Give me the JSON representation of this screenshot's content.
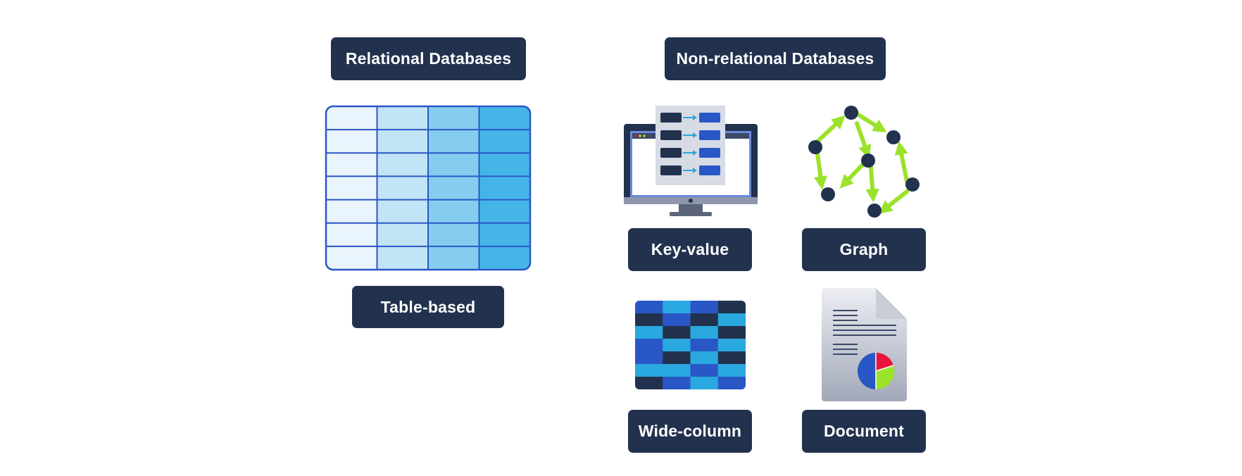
{
  "headers": {
    "relational": "Relational Databases",
    "non_relational": "Non-relational Databases"
  },
  "types": {
    "table_based": "Table-based",
    "key_value": "Key-value",
    "graph": "Graph",
    "wide_column": "Wide-column",
    "document": "Document"
  },
  "colors": {
    "label_bg": "#22324e",
    "label_text": "#ffffff",
    "table_columns": [
      "#eaf4fc",
      "#c2e4f7",
      "#84cdef",
      "#45b5e7"
    ],
    "table_grid": "#2a57c6",
    "graph_arrow": "#9be22b",
    "graph_node": "#22324e",
    "widecol_palette": [
      "#2a57c6",
      "#2aa8e0",
      "#22324e"
    ],
    "pie": [
      "#2a57c6",
      "#e8143c",
      "#9be22b"
    ]
  },
  "icons": {
    "table_based": "table-grid-icon",
    "key_value": "key-value-monitor-icon",
    "graph": "graph-network-icon",
    "wide_column": "wide-column-grid-icon",
    "document": "document-pie-icon"
  }
}
